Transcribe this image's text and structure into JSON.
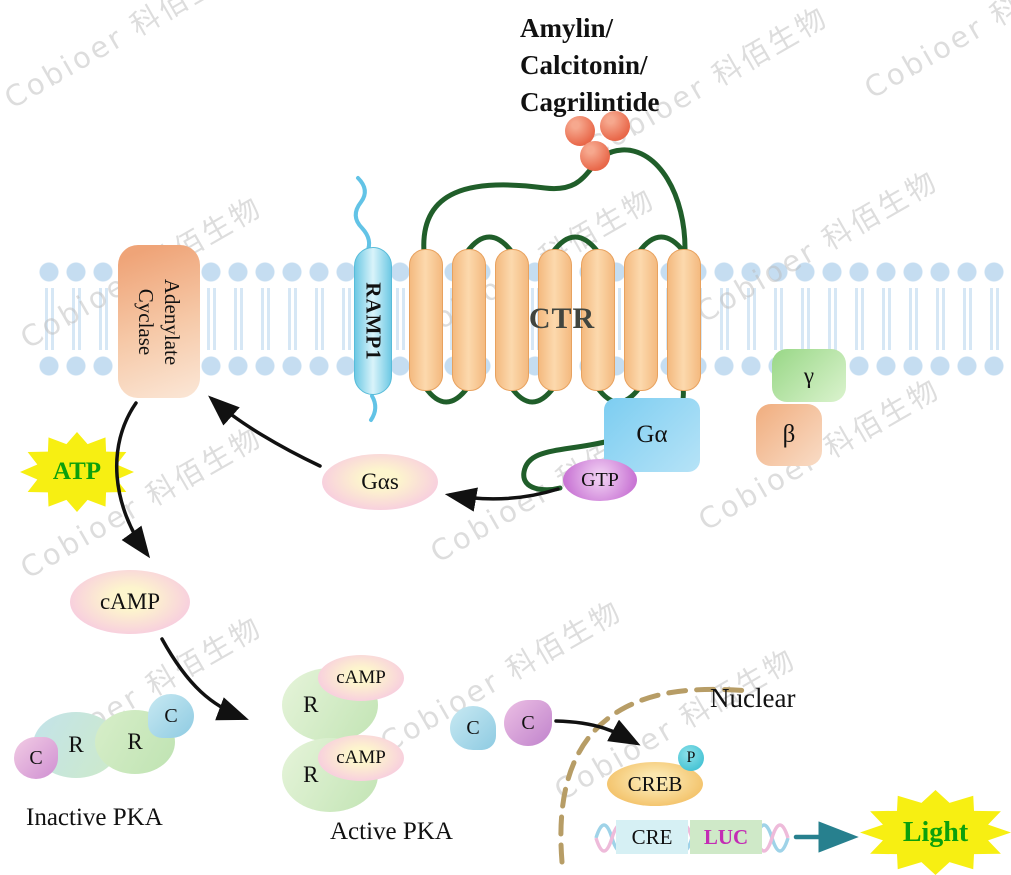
{
  "watermark": {
    "text": "Cobioer 科佰生物"
  },
  "ligand": {
    "title": "Amylin/\nCalcitonin/\nCagrilintide"
  },
  "receptor": {
    "ctr_label": "CTR",
    "ramp1_label": "RAMP1"
  },
  "g_protein": {
    "galpha_label": "Gα",
    "gamma_label": "γ",
    "beta_label": "β",
    "gtp_label": "GTP",
    "gas_label": "Gαs"
  },
  "signaling": {
    "adenylate_cyclase_label": "Adenylate\nCyclase",
    "atp_label": "ATP",
    "camp_label": "cAMP"
  },
  "pka": {
    "r_label": "R",
    "c_label": "C",
    "camp_label": "cAMP",
    "inactive_label": "Inactive PKA",
    "active_label": "Active PKA"
  },
  "nucleus": {
    "title": "Nuclear",
    "creb_label": "CREB",
    "phospho_label": "P",
    "cre_label": "CRE",
    "luc_label": "LUC"
  },
  "output": {
    "light_label": "Light"
  },
  "colors": {
    "ligand_red": "#e9694b",
    "helix_orange": "#f4ba80",
    "ramp1_cyan": "#6ec9e4",
    "membrane_blue": "#c5ddf1",
    "loop_green": "#205e2a",
    "galpha_blue": "#7ccdf1",
    "gamma_green": "#98d786",
    "beta_orange": "#f0ad7e",
    "gtp_purple": "#cb7ad6",
    "pink_yellow": "#f7c8e1",
    "star_yellow": "#f7ef12",
    "green_text": "#0ca00c",
    "luc_magenta": "#c32cb4",
    "creb_yellow": "#f2bc5e",
    "nuclear_envelope_tan": "#b79d66",
    "teal_arrow": "#27808e"
  }
}
